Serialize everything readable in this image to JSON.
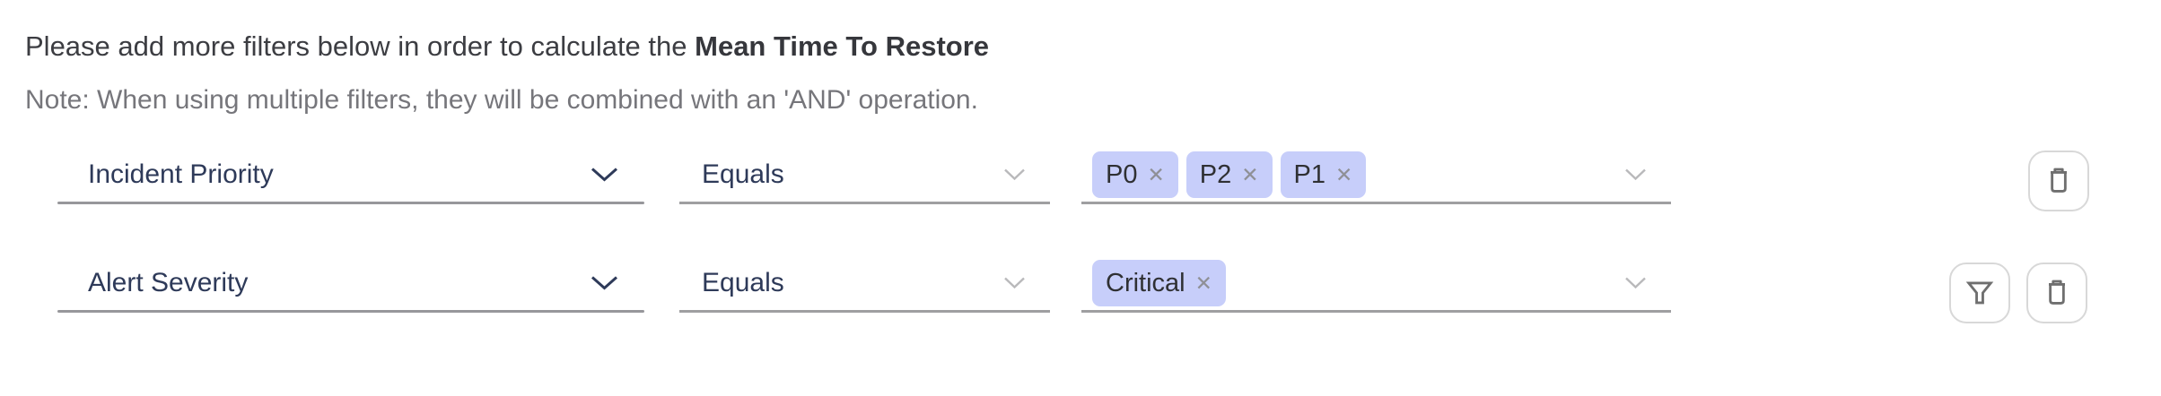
{
  "header": {
    "intro_text": "Please add more filters below in order to calculate the ",
    "intro_metric": "Mean Time To Restore",
    "note": "Note: When using multiple filters, they will be combined with an 'AND' operation."
  },
  "filters": [
    {
      "field": "Incident Priority",
      "operator": "Equals",
      "values": [
        "P0",
        "P2",
        "P1"
      ],
      "actions": [
        "delete"
      ]
    },
    {
      "field": "Alert Severity",
      "operator": "Equals",
      "values": [
        "Critical"
      ],
      "actions": [
        "filter",
        "delete"
      ]
    }
  ],
  "icons": {
    "remove_tag": "✕",
    "dropdown_chevron": "chevron-down",
    "row_actions": [
      "funnel",
      "trash"
    ]
  },
  "colors": {
    "tag_background": "#c7cefa",
    "field_text": "#2e3a59",
    "heading_text": "#3c3d42",
    "note_text": "#76767b",
    "underline": "#9f9fa1",
    "button_border": "#d8d8d8",
    "icon_stroke": "#6f6f6f"
  }
}
